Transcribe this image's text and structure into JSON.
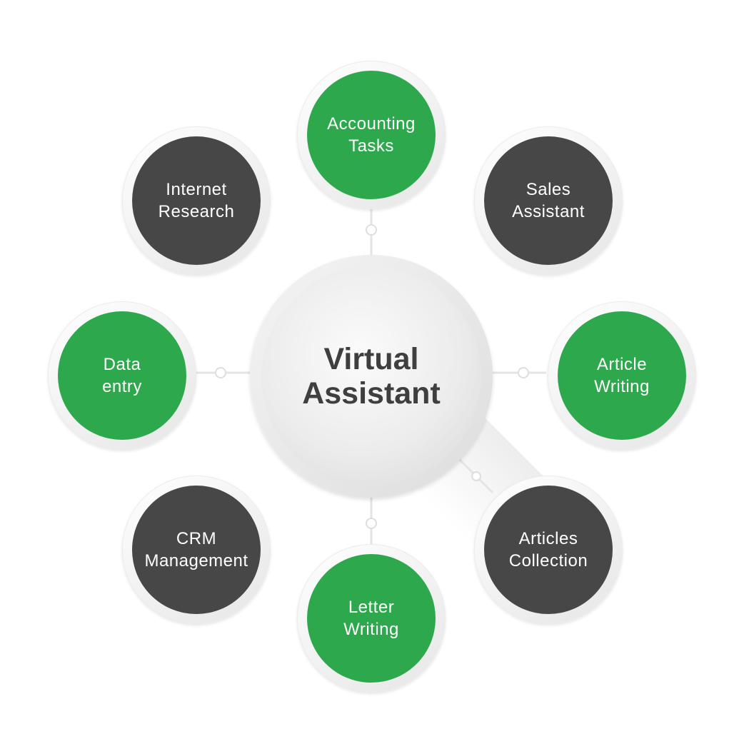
{
  "center": {
    "label": "Virtual\nAssistant"
  },
  "nodes": [
    {
      "id": "accounting-tasks",
      "label": "Accounting\nTasks",
      "color": "green"
    },
    {
      "id": "sales-assistant",
      "label": "Sales\nAssistant",
      "color": "dark"
    },
    {
      "id": "article-writing",
      "label": "Article\nWriting",
      "color": "green"
    },
    {
      "id": "articles-collection",
      "label": "Articles\nCollection",
      "color": "dark"
    },
    {
      "id": "letter-writing",
      "label": "Letter\nWriting",
      "color": "green"
    },
    {
      "id": "crm-management",
      "label": "CRM\nManagement",
      "color": "dark"
    },
    {
      "id": "data-entry",
      "label": "Data\nentry",
      "color": "green"
    },
    {
      "id": "internet-research",
      "label": "Internet\nResearch",
      "color": "dark"
    }
  ],
  "colors": {
    "green": "#2ea84d",
    "dark": "#474747",
    "center_text": "#3f3f3f"
  }
}
